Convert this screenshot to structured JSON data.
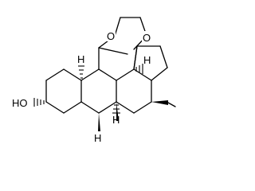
{
  "diagram": {
    "kind": "skeletal chemical structure",
    "labels": {
      "hydroxyl": "HO",
      "dioxolane_o1": "O",
      "dioxolane_o2": "O",
      "h_c5": "H",
      "h_c8": "H",
      "h_c9": "H",
      "h_c14": "H"
    }
  }
}
